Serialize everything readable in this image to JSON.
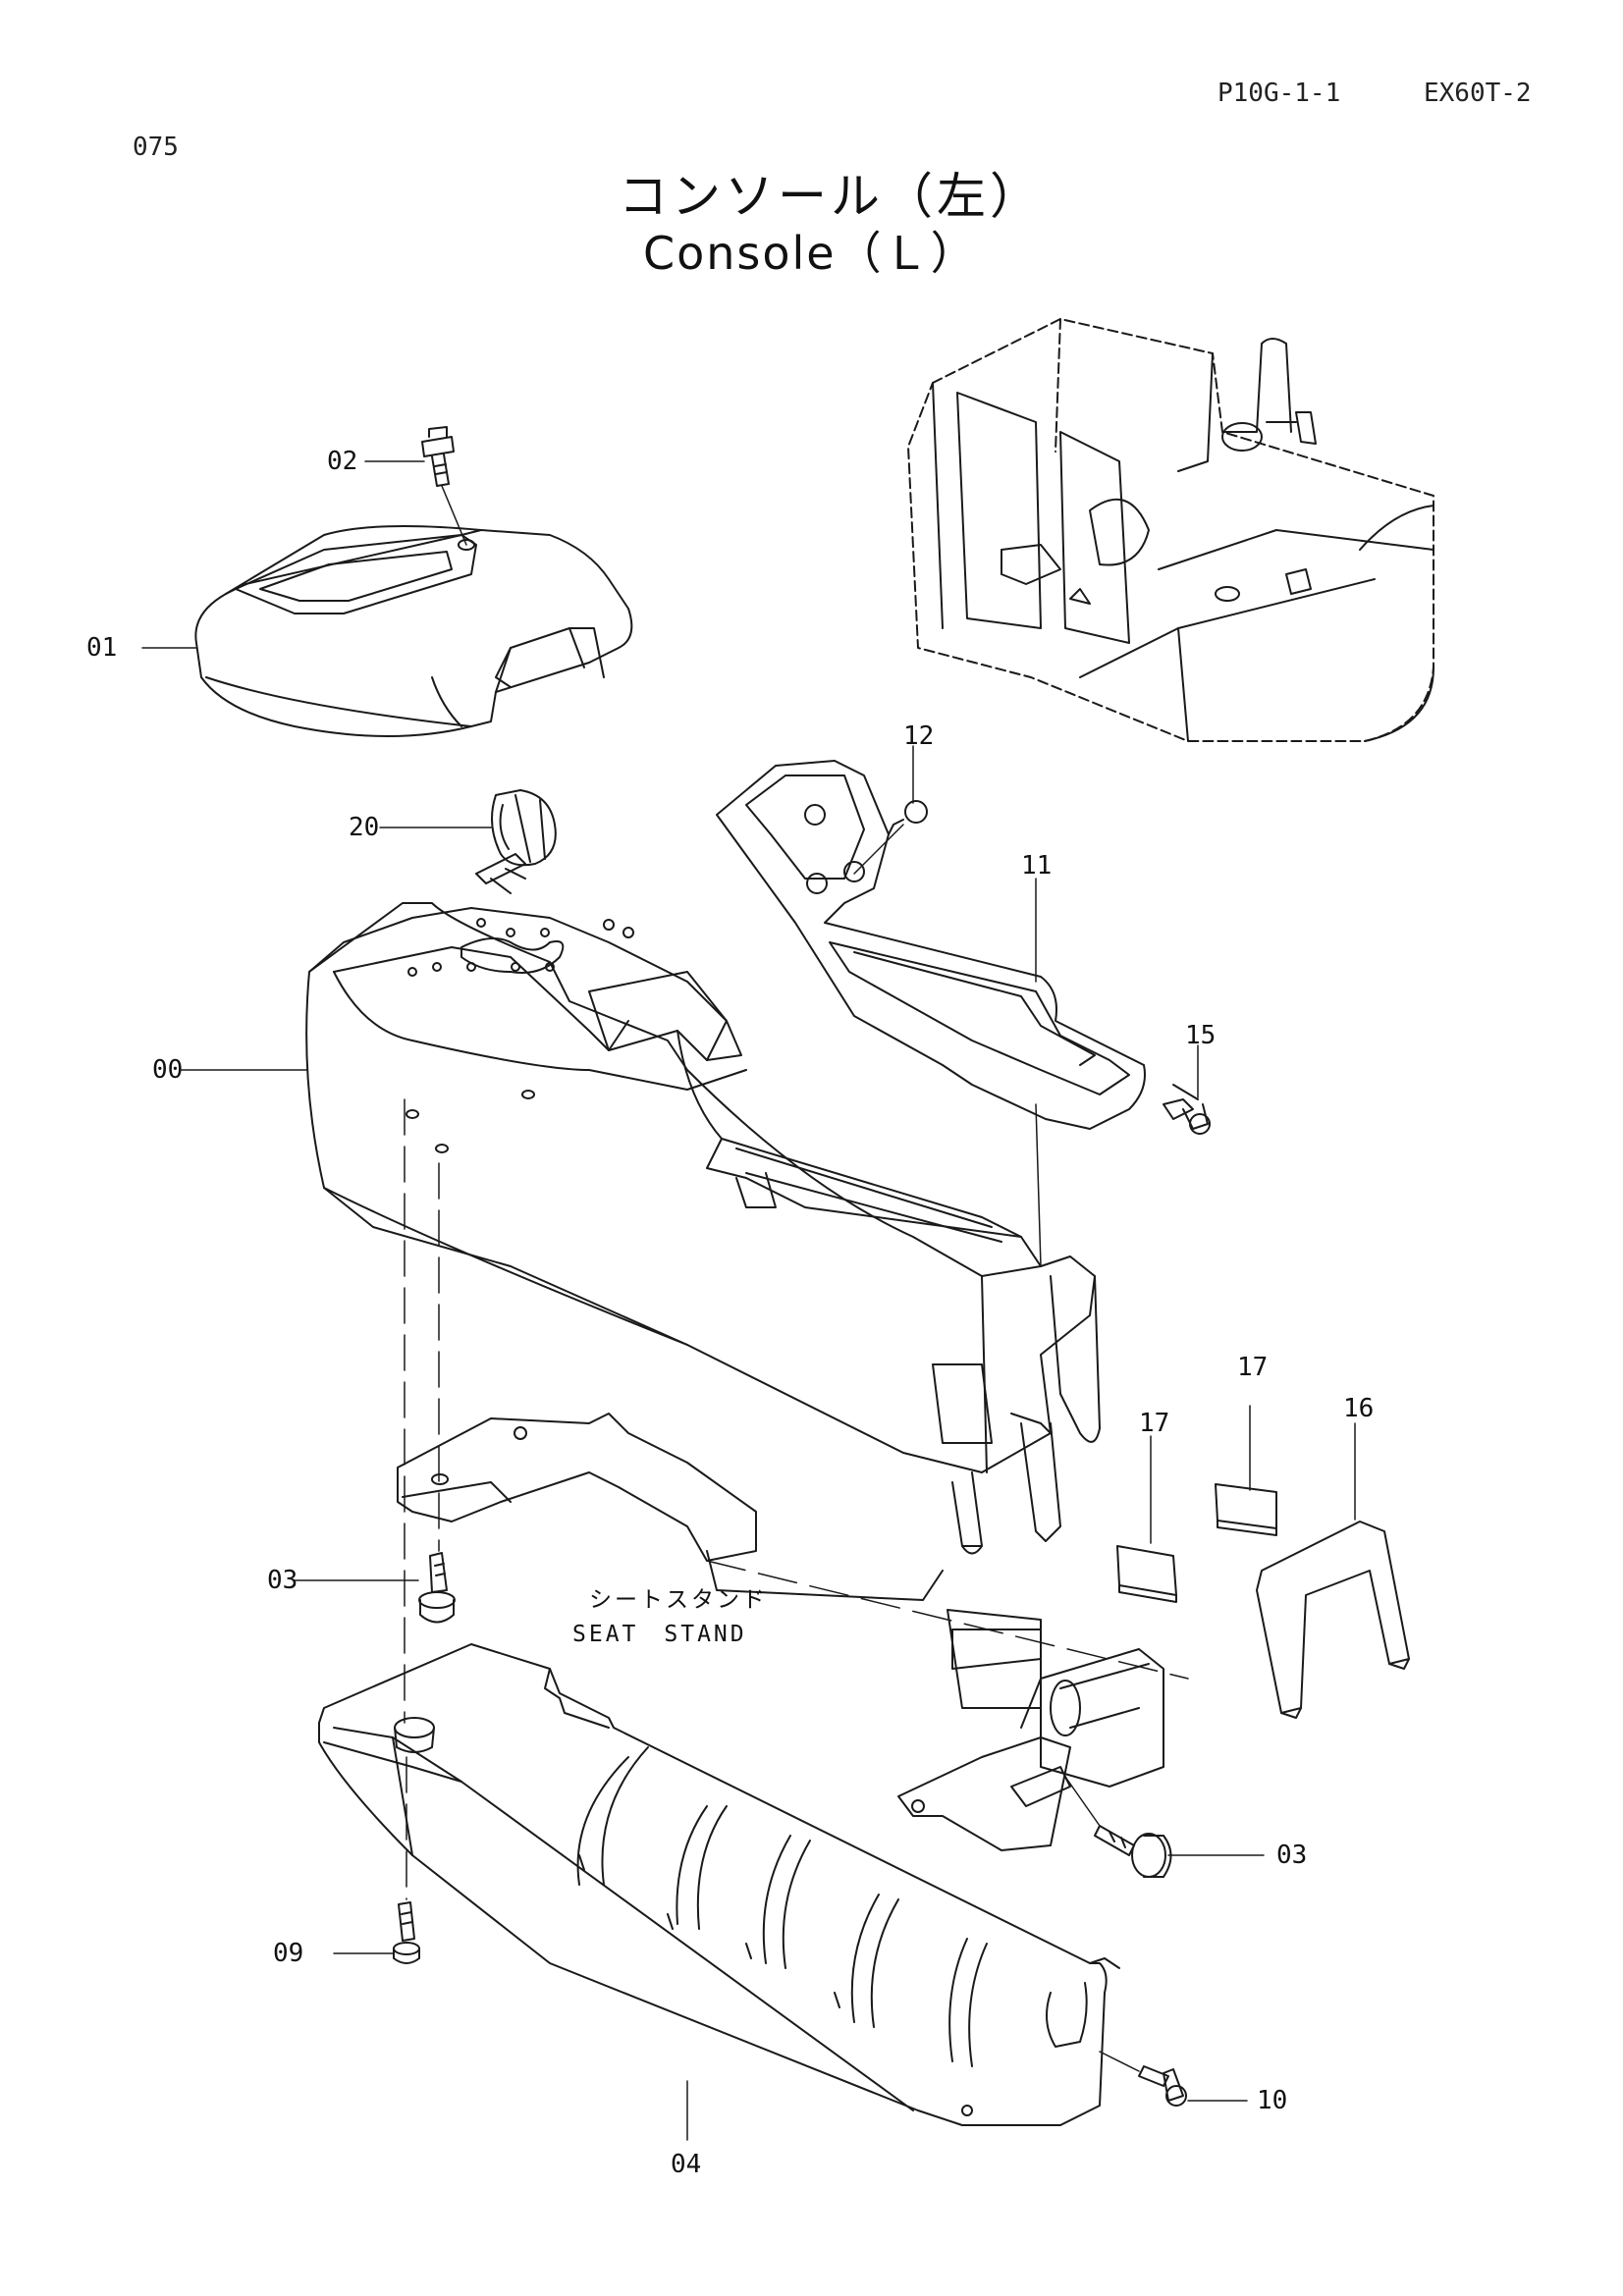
{
  "header": {
    "page_code": "P10G-1-1",
    "model": "EX60T-2",
    "page_number": "075"
  },
  "title": {
    "japanese": "コンソール（左）",
    "english": "Console（Ｌ）"
  },
  "callouts": {
    "c00": "00",
    "c01": "01",
    "c02": "02",
    "c03a": "03",
    "c03b": "03",
    "c04": "04",
    "c09": "09",
    "c10": "10",
    "c11": "11",
    "c12": "12",
    "c15": "15",
    "c16": "16",
    "c17a": "17",
    "c17b": "17",
    "c20": "20"
  },
  "seat_stand": {
    "japanese": "シートスタンド",
    "english": "SEAT　STAND"
  }
}
